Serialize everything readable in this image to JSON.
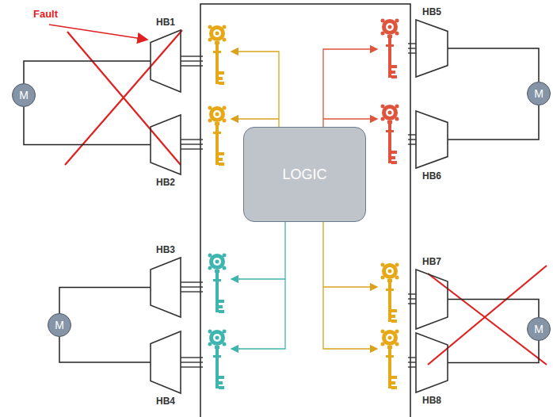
{
  "diagram": {
    "nodes": [
      {
        "text": [
          "M"
        ]
      },
      {
        "text": [
          "HB1"
        ]
      },
      {
        "text": [
          "HB2"
        ]
      },
      {
        "text": [
          "LOGIC"
        ]
      },
      {
        "text": [
          "HB5"
        ]
      },
      {
        "text": [
          "HB6"
        ]
      },
      {
        "text": [
          "M"
        ]
      },
      {
        "text": [
          "M"
        ]
      },
      {
        "text": [
          "HB3"
        ]
      },
      {
        "text": [
          "HB4"
        ]
      },
      {
        "text": [
          "HB7"
        ]
      },
      {
        "text": [
          "HB8"
        ]
      },
      {
        "text": [
          "M"
        ]
      }
    ],
    "edges": [
      {
        "from": 0,
        "to": 1,
        "arrow": "none"
      },
      {
        "from": 0,
        "to": 2,
        "arrow": "none"
      },
      {
        "from": 6,
        "to": 4,
        "arrow": "none"
      },
      {
        "from": 6,
        "to": 5,
        "arrow": "none"
      },
      {
        "from": 7,
        "to": 8,
        "arrow": "none"
      },
      {
        "from": 7,
        "to": 9,
        "arrow": "none"
      },
      {
        "from": 12,
        "to": 10,
        "arrow": "none"
      },
      {
        "from": 12,
        "to": 11,
        "arrow": "none"
      }
    ],
    "labels": [
      "Fault"
    ]
  }
}
